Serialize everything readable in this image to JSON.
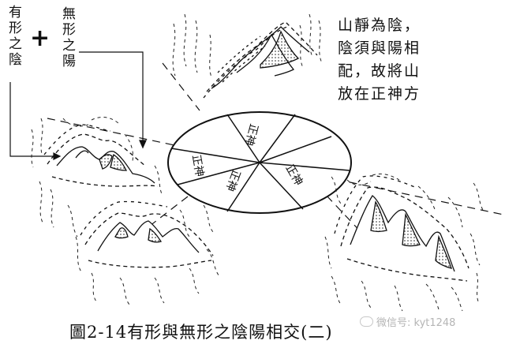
{
  "labels": {
    "visible_form_yin": "有形之陰",
    "invisible_form_yang": "無形之陽",
    "plus": "+"
  },
  "note": "山靜為陰，\n陰須與陽相\n配，故將山\n放在正神方",
  "compass": {
    "segments": [
      "正神",
      "正神",
      "正神",
      "正神"
    ]
  },
  "caption": "圖2-14有形與無形之陰陽相交(二)",
  "watermark": "微信号: kyt1248"
}
